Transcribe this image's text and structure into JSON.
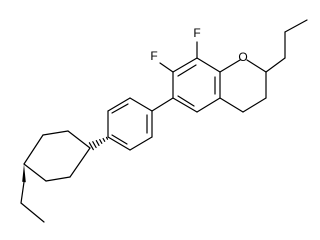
{
  "diagram": {
    "type": "skeletal-formula",
    "atom_labels": {
      "fluorine_top": "F",
      "fluorine_left": "F",
      "ring_oxygen": "O"
    },
    "colors": {
      "background": "#ffffff",
      "bonds": "#000000",
      "labels": "#000000"
    }
  }
}
